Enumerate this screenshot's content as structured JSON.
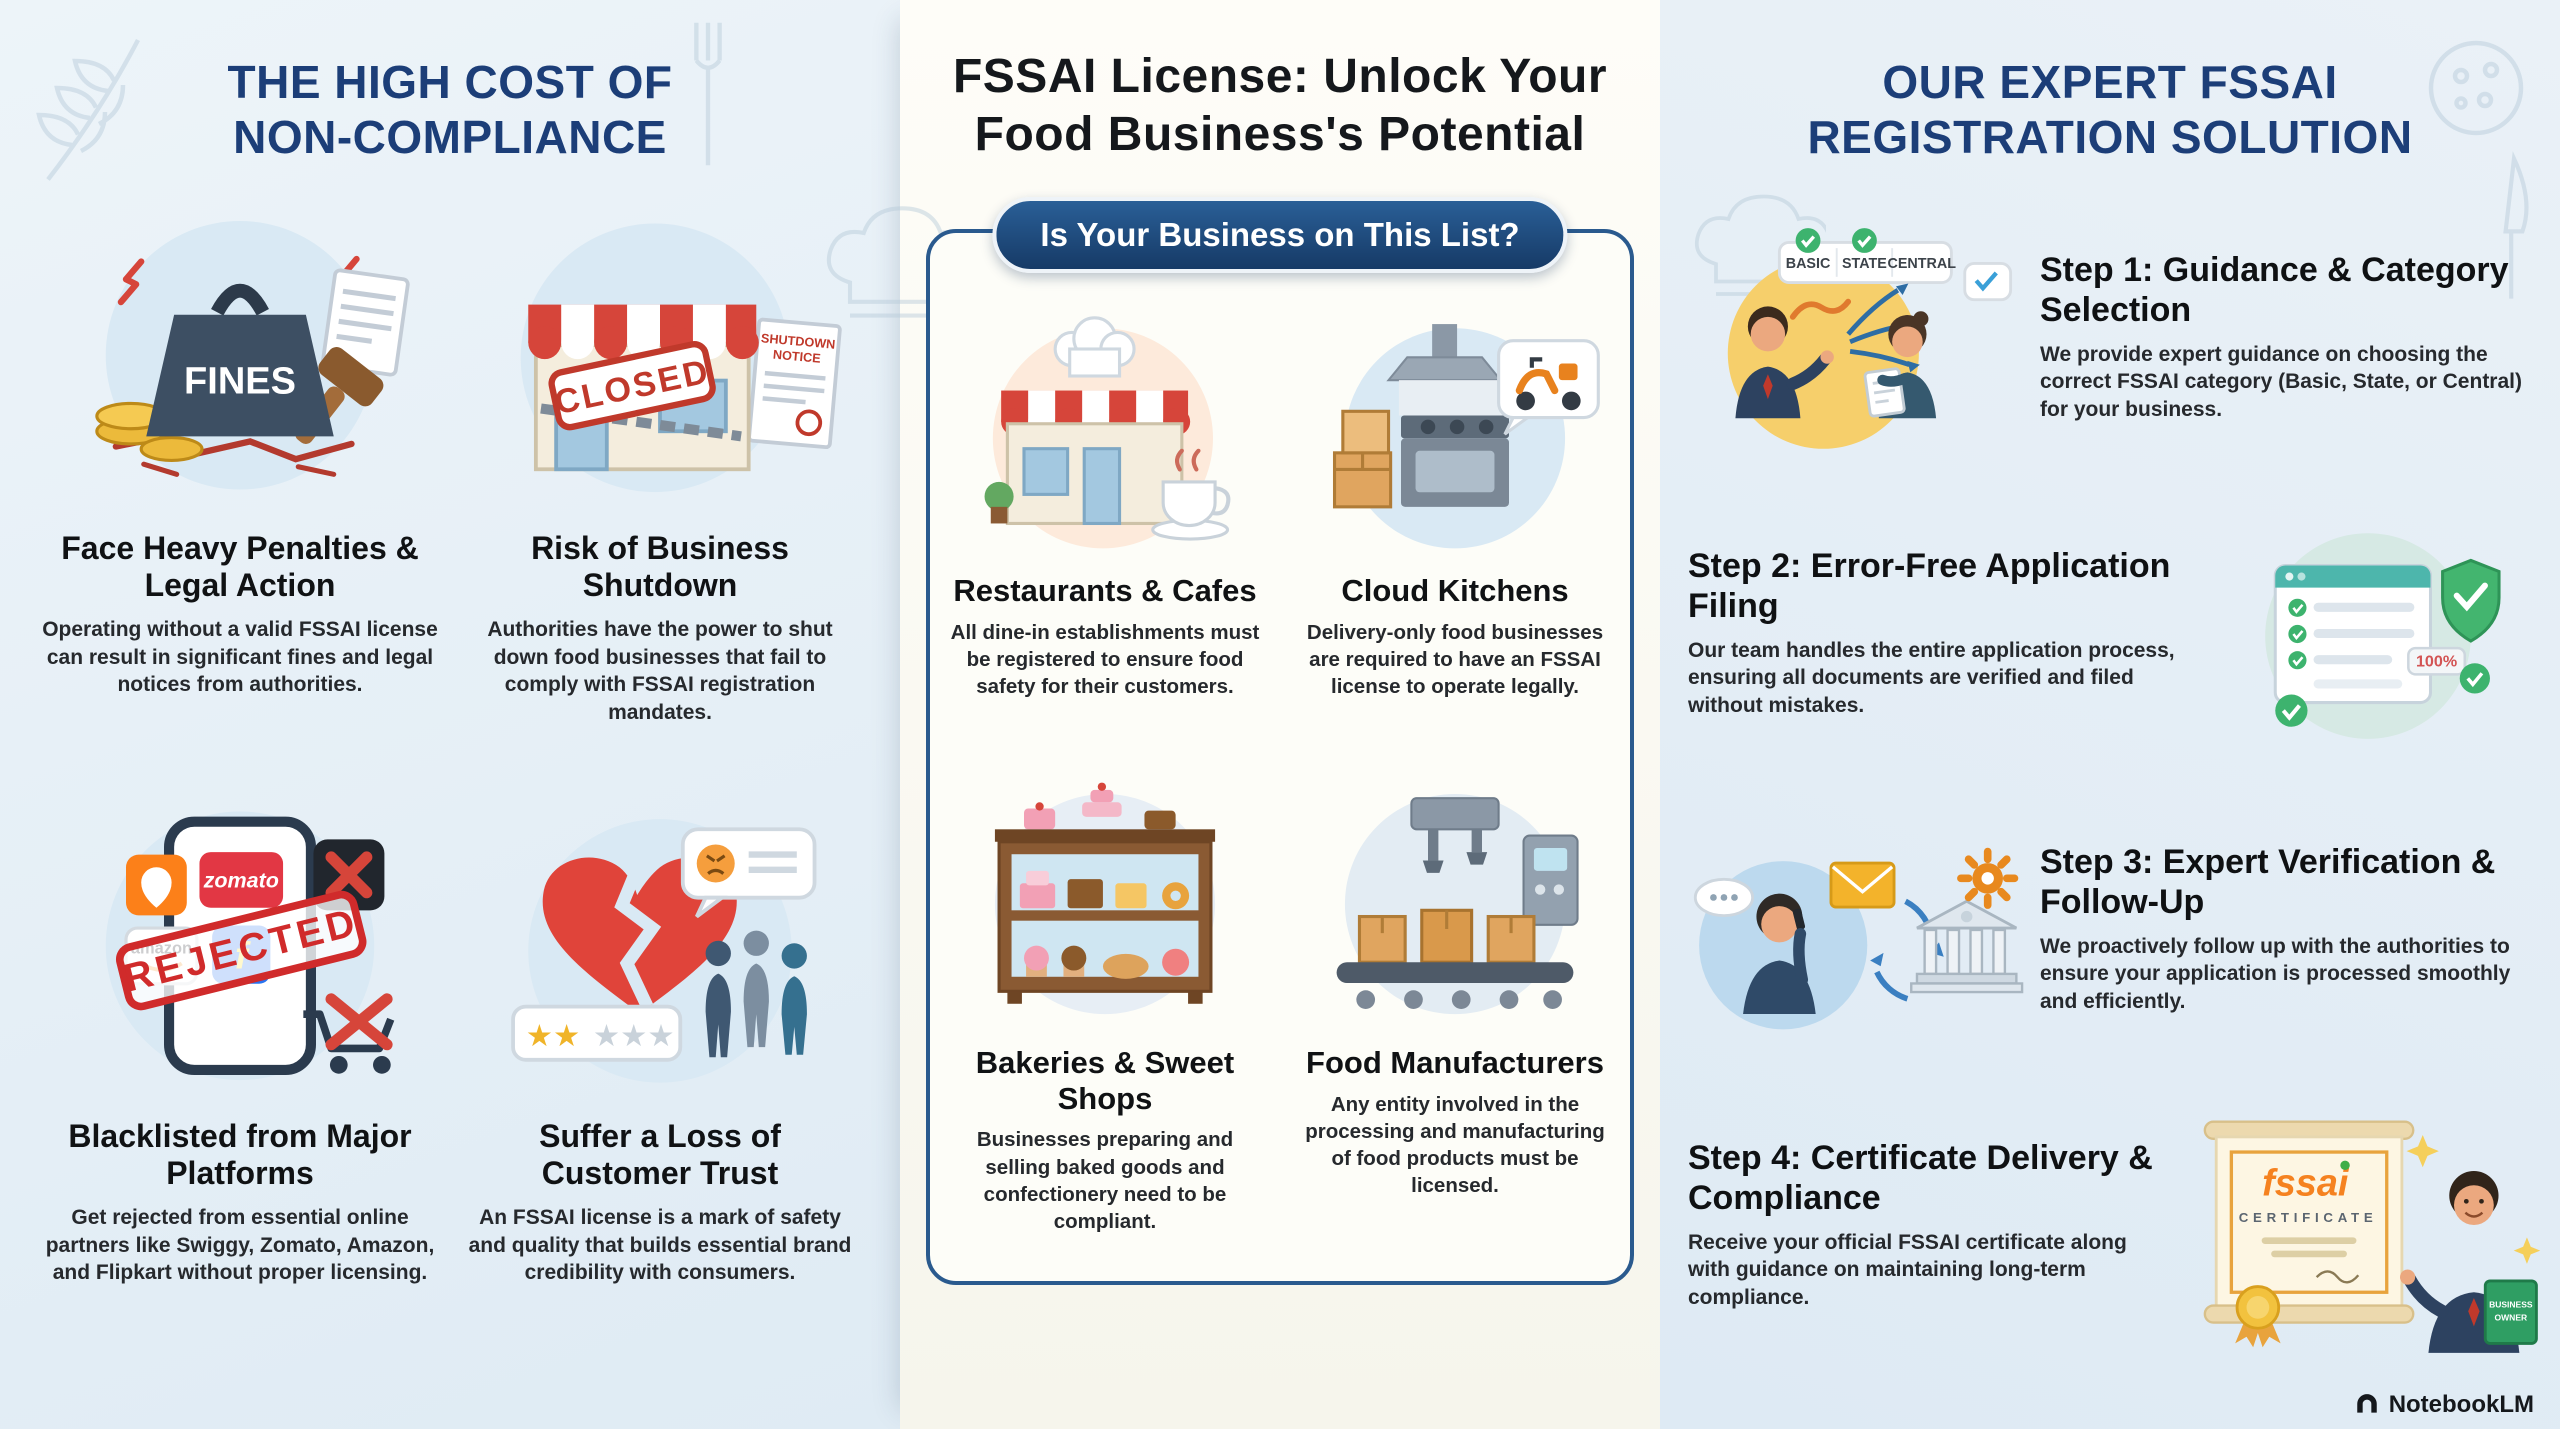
{
  "watermark": {
    "label": "NotebookLM"
  },
  "colors": {
    "navy_heading": "#1c3e78",
    "banner_blue": "#1d4e85",
    "alert_red": "#d6453a",
    "gold": "#eab948",
    "success_green": "#3db36e"
  },
  "left": {
    "title_lines": [
      "THE HIGH COST OF",
      "NON-COMPLIANCE"
    ],
    "items": [
      {
        "icon": "fines-weight-gavel",
        "title": "Face Heavy Penalties & Legal Action",
        "desc": "Operating without a valid FSSAI license can result in significant fines and legal notices from authorities.",
        "label_fines": "FINES"
      },
      {
        "icon": "closed-storefront",
        "title": "Risk of Business Shutdown",
        "desc": "Authorities have the power to shut down food businesses that fail to comply with FSSAI registration mandates.",
        "label_closed": "CLOSED",
        "label_notice_line1": "SHUTDOWN",
        "label_notice_line2": "NOTICE"
      },
      {
        "icon": "rejected-phone-apps",
        "title": "Blacklisted from Major Platforms",
        "desc": "Get rejected from essential online partners like Swiggy, Zomato, Amazon, and Flipkart without proper licensing.",
        "label_rejected": "REJECTED",
        "label_zomato": "zomato",
        "label_amazon": "amazon",
        "label_flipkart": "f"
      },
      {
        "icon": "broken-heart-customers",
        "title": "Suffer a Loss of Customer Trust",
        "desc": "An FSSAI license is a mark of safety and quality that builds essential brand credibility with consumers.",
        "label_stars_gold": "★★",
        "label_stars_gray": "★★★"
      }
    ]
  },
  "center": {
    "title_lines": [
      "FSSAI License: Unlock Your",
      "Food Business's Potential"
    ],
    "banner": "Is Your Business on This List?",
    "items": [
      {
        "icon": "restaurant-cafe",
        "title": "Restaurants & Cafes",
        "desc": "All dine-in establishments must be registered to ensure food safety for their customers."
      },
      {
        "icon": "cloud-kitchen",
        "title": "Cloud Kitchens",
        "desc": "Delivery-only food businesses are required to have an FSSAI license to operate legally."
      },
      {
        "icon": "bakery-display",
        "title": "Bakeries & Sweet Shops",
        "desc": "Businesses preparing and selling baked goods and confectionery need to be compliant."
      },
      {
        "icon": "food-factory",
        "title": "Food Manufacturers",
        "desc": "Any entity involved in the processing and manufacturing of food products must be licensed."
      }
    ]
  },
  "right": {
    "title_lines": [
      "OUR EXPERT FSSAI",
      "REGISTRATION SOLUTION"
    ],
    "steps": [
      {
        "title": "Step 1: Guidance & Category Selection",
        "desc": "We provide expert guidance on choosing the correct FSSAI category (Basic, State, or Central) for your business.",
        "chips": [
          "BASIC",
          "STATE",
          "CENTRAL"
        ]
      },
      {
        "title": "Step 2: Error-Free Application Filing",
        "desc": "Our team handles the entire application process, ensuring all documents are verified and filed without mistakes.",
        "label_percent": "100%"
      },
      {
        "title": "Step 3: Expert Verification & Follow-Up",
        "desc": "We proactively follow up with the authorities to ensure your application is processed smoothly and efficiently."
      },
      {
        "title": "Step 4: Certificate Delivery & Compliance",
        "desc": "Receive your official FSSAI certificate along with guidance on maintaining long-term compliance.",
        "label_fssai": "fssai",
        "label_certificate": "CERTIFICATE",
        "label_book_line1": "BUSINESS",
        "label_book_line2": "OWNER"
      }
    ]
  }
}
